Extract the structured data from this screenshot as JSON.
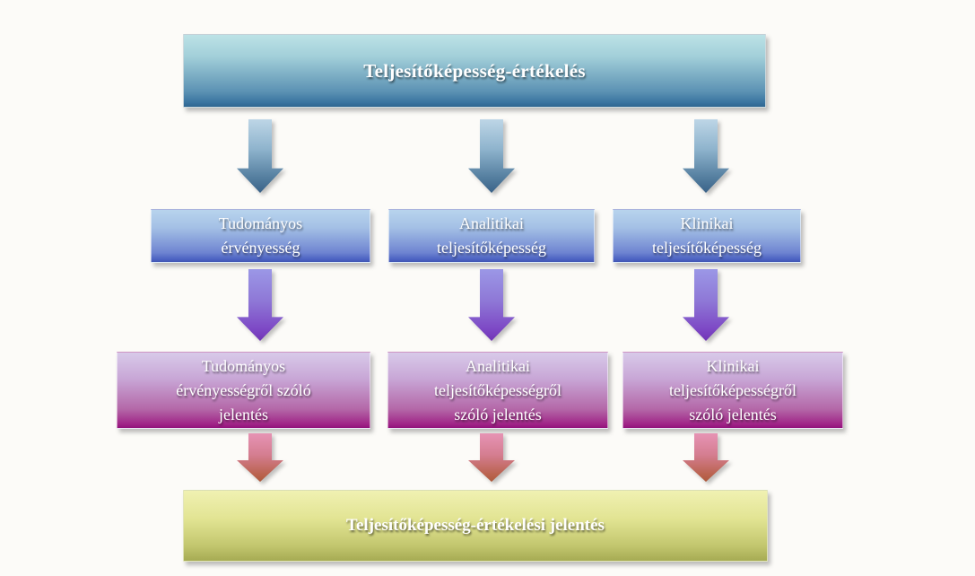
{
  "diagram": {
    "root": {
      "label": "Teljesítőképesség-értékelés"
    },
    "level2": [
      {
        "label": "Tudományos\nérvényesség"
      },
      {
        "label": "Analitikai\nteljesítőképesség"
      },
      {
        "label": "Klinikai\nteljesítőképesség"
      }
    ],
    "level3": [
      {
        "label": "Tudományos\nérvényességről szóló\njelentés"
      },
      {
        "label": "Analitikai\nteljesítőképességről\nszóló jelentés"
      },
      {
        "label": "Klinikai\nteljesítőképességről\nszóló jelentés"
      }
    ],
    "result": {
      "label": "Teljesítőképesség-értékelési jelentés"
    },
    "colors": {
      "root_box_gradient": [
        "#bce2e6",
        "#2f6590"
      ],
      "level2_box_gradient": [
        "#b8d4ed",
        "#4156b4"
      ],
      "level3_box_gradient": [
        "#d8cae9",
        "#91117b"
      ],
      "result_box_gradient": [
        "#f0f1b2",
        "#a6ab53"
      ],
      "arrow_level1_gradient": [
        "#b9d2e4",
        "#3a6288"
      ],
      "arrow_level2_gradient": [
        "#9b97e6",
        "#7b3abf"
      ],
      "arrow_level3_gradient": [
        "#e693b4",
        "#ae5b3c"
      ],
      "text": "#ffffff",
      "background": "#fcfbf8"
    }
  }
}
